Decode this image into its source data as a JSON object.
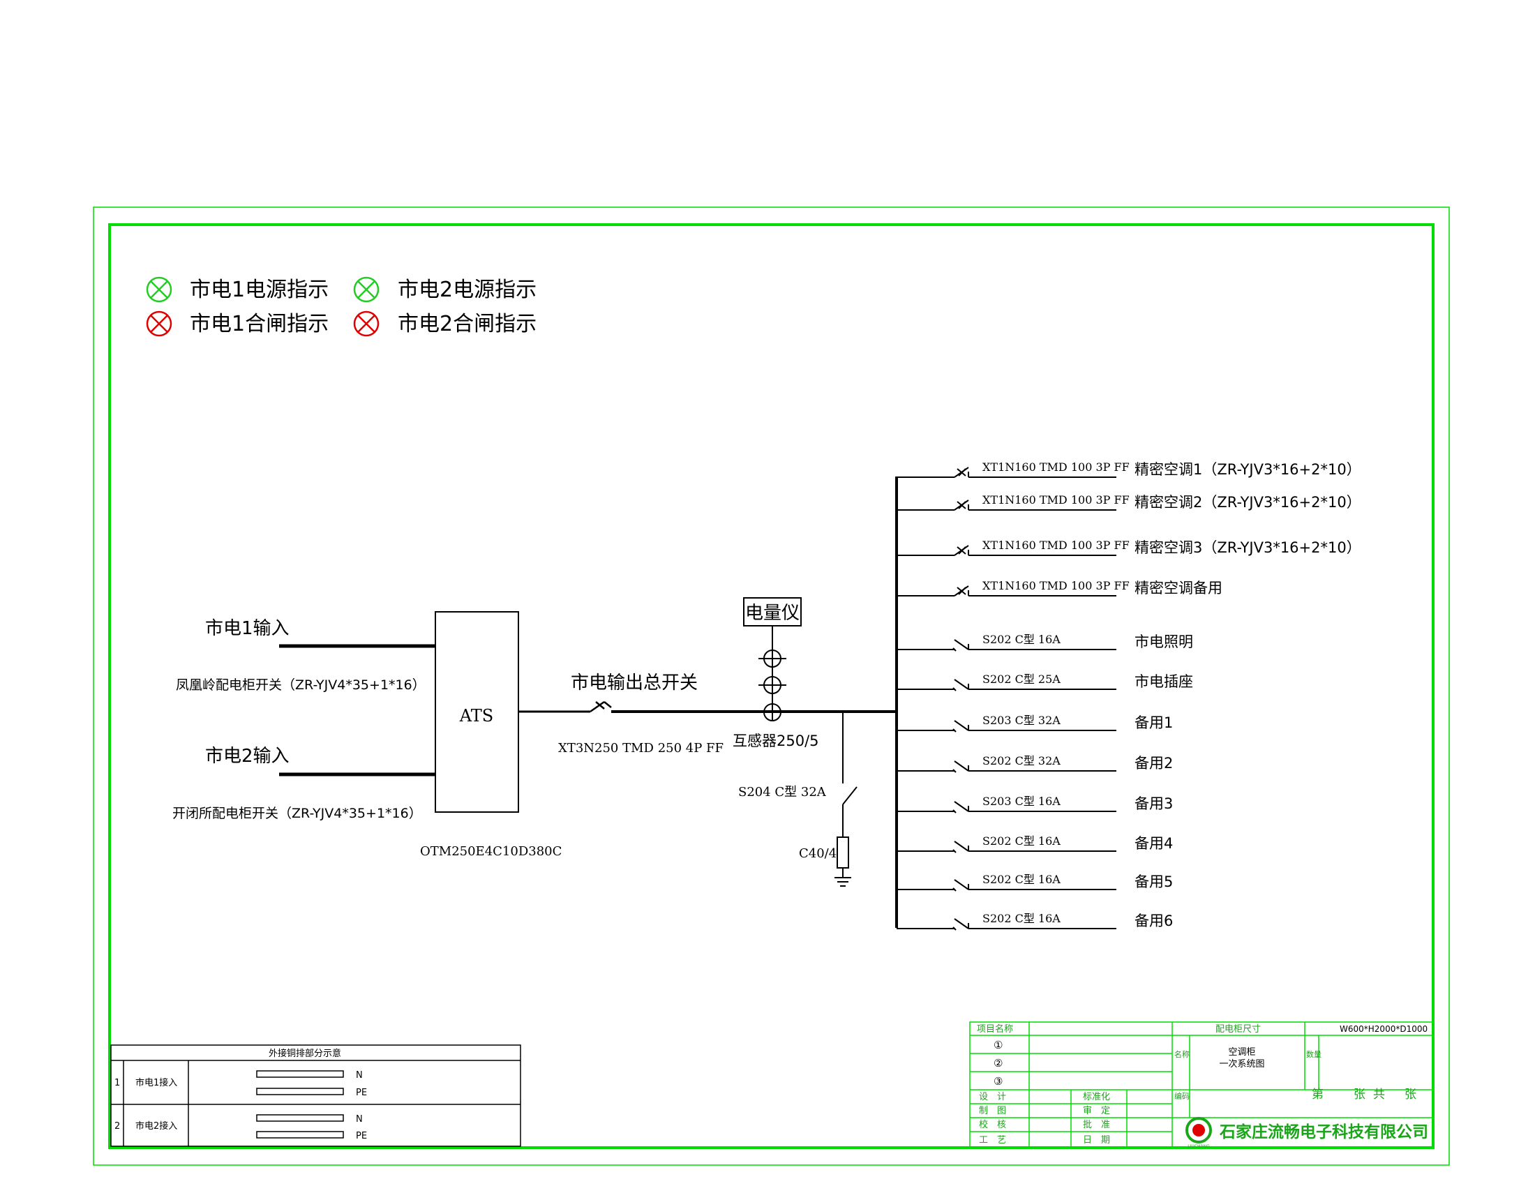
{
  "legend": {
    "items": [
      {
        "symbol": "green-lamp",
        "label": "市电1电源指示"
      },
      {
        "symbol": "green-lamp",
        "label": "市电2电源指示"
      },
      {
        "symbol": "red-lamp",
        "label": "市电1合闸指示"
      },
      {
        "symbol": "red-lamp",
        "label": "市电2合闸指示"
      }
    ],
    "colors": {
      "power_lamp": "#22cc22",
      "closing_lamp": "#e00000"
    }
  },
  "inputs": {
    "in1_label": "市电1输入",
    "in1_cable": "凤凰岭配电柜开关（ZR-YJV4*35+1*16）",
    "in2_label": "市电2输入",
    "in2_cable": "开闭所配电柜开关（ZR-YJV4*35+1*16）"
  },
  "ats": {
    "label": "ATS",
    "model": "OTM250E4C10D380C"
  },
  "main_switch": {
    "label": "市电输出总开关",
    "model": "XT3N250 TMD 250 4P FF"
  },
  "meter": {
    "label": "电量仪",
    "ct": "互感器250/5"
  },
  "surge": {
    "breaker": "S204 C型 32A",
    "spd": "C40/4"
  },
  "feeders": [
    {
      "breaker": "XT1N160 TMD 100 3P FF",
      "load": "精密空调1（ZR-YJV3*16+2*10）"
    },
    {
      "breaker": "XT1N160 TMD 100 3P FF",
      "load": "精密空调2（ZR-YJV3*16+2*10）"
    },
    {
      "breaker": "XT1N160 TMD 100 3P FF",
      "load": "精密空调3（ZR-YJV3*16+2*10）"
    },
    {
      "breaker": "XT1N160 TMD 100 3P FF",
      "load": "精密空调备用"
    },
    {
      "breaker": "S202 C型 16A",
      "load": "市电照明"
    },
    {
      "breaker": "S202 C型 25A",
      "load": "市电插座"
    },
    {
      "breaker": "S203 C型 32A",
      "load": "备用1"
    },
    {
      "breaker": "S202 C型 32A",
      "load": "备用2"
    },
    {
      "breaker": "S203 C型 16A",
      "load": "备用3"
    },
    {
      "breaker": "S202 C型 16A",
      "load": "备用4"
    },
    {
      "breaker": "S202 C型 16A",
      "load": "备用5"
    },
    {
      "breaker": "S202 C型 16A",
      "load": "备用6"
    }
  ],
  "busbar_table": {
    "title": "外接铜排部分示意",
    "rows": [
      {
        "no": "1",
        "name": "市电1接入",
        "bars": [
          "N",
          "PE"
        ]
      },
      {
        "no": "2",
        "name": "市电2接入",
        "bars": [
          "N",
          "PE"
        ]
      }
    ]
  },
  "title_block": {
    "project_label": "项目名称",
    "size_label": "配电柜尺寸",
    "size_value": "W600*H2000*D1000",
    "rev": [
      "①",
      "②",
      "③"
    ],
    "name_label": "名称",
    "drawing_name": [
      "空调柜",
      "一次系统图"
    ],
    "qty_label": "数量",
    "code_label": "编码",
    "sheet_text": [
      "第",
      "张",
      "共",
      "张"
    ],
    "roles_left": [
      "设　计",
      "制　图",
      "校　核",
      "工　艺"
    ],
    "roles_right": [
      "标准化",
      "审　定",
      "批　准",
      "日　期"
    ],
    "company": "石家庄流畅电子科技有限公司",
    "logo_text": "LIUCHANG"
  }
}
